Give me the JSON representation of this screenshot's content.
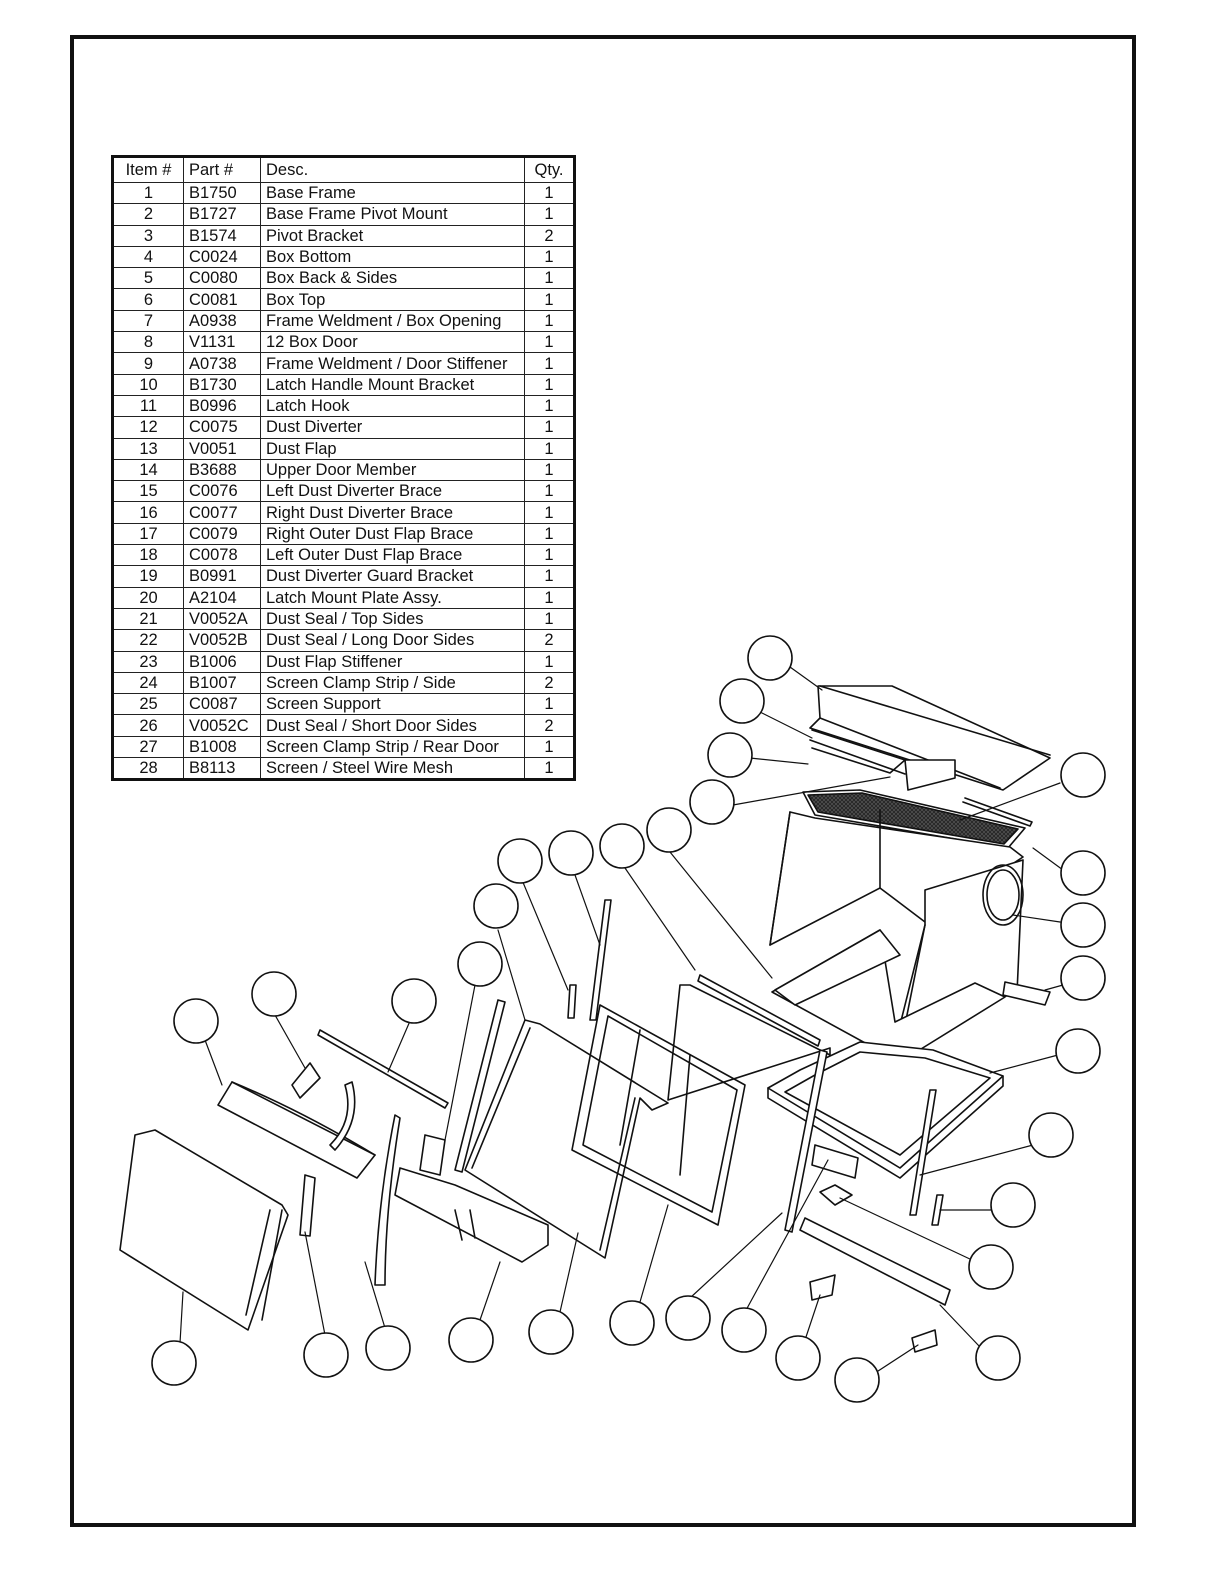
{
  "table": {
    "headers": {
      "item": "Item #",
      "part": "Part #",
      "desc": "Desc.",
      "qty": "Qty."
    },
    "rows": [
      {
        "item": "1",
        "part": "B1750",
        "desc": "Base Frame",
        "qty": "1"
      },
      {
        "item": "2",
        "part": "B1727",
        "desc": "Base Frame Pivot Mount",
        "qty": "1"
      },
      {
        "item": "3",
        "part": "B1574",
        "desc": "Pivot Bracket",
        "qty": "2"
      },
      {
        "item": "4",
        "part": "C0024",
        "desc": "Box Bottom",
        "qty": "1"
      },
      {
        "item": "5",
        "part": "C0080",
        "desc": "Box Back & Sides",
        "qty": "1"
      },
      {
        "item": "6",
        "part": "C0081",
        "desc": "Box Top",
        "qty": "1"
      },
      {
        "item": "7",
        "part": "A0938",
        "desc": "Frame Weldment / Box Opening",
        "qty": "1"
      },
      {
        "item": "8",
        "part": "V1131",
        "desc": "12 Box Door",
        "qty": "1"
      },
      {
        "item": "9",
        "part": "A0738",
        "desc": "Frame Weldment / Door Stiffener",
        "qty": "1"
      },
      {
        "item": "10",
        "part": "B1730",
        "desc": "Latch Handle Mount Bracket",
        "qty": "1"
      },
      {
        "item": "11",
        "part": "B0996",
        "desc": "Latch Hook",
        "qty": "1"
      },
      {
        "item": "12",
        "part": "C0075",
        "desc": "Dust Diverter",
        "qty": "1"
      },
      {
        "item": "13",
        "part": "V0051",
        "desc": "Dust Flap",
        "qty": "1"
      },
      {
        "item": "14",
        "part": "B3688",
        "desc": "Upper Door Member",
        "qty": "1"
      },
      {
        "item": "15",
        "part": "C0076",
        "desc": "Left Dust Diverter Brace",
        "qty": "1"
      },
      {
        "item": "16",
        "part": "C0077",
        "desc": "Right Dust Diverter Brace",
        "qty": "1"
      },
      {
        "item": "17",
        "part": "C0079",
        "desc": "Right Outer Dust Flap Brace",
        "qty": "1"
      },
      {
        "item": "18",
        "part": "C0078",
        "desc": "Left Outer Dust Flap Brace",
        "qty": "1"
      },
      {
        "item": "19",
        "part": "B0991",
        "desc": "Dust Diverter Guard Bracket",
        "qty": "1"
      },
      {
        "item": "20",
        "part": "A2104",
        "desc": "Latch Mount Plate Assy.",
        "qty": "1"
      },
      {
        "item": "21",
        "part": "V0052A",
        "desc": "Dust Seal / Top Sides",
        "qty": "1"
      },
      {
        "item": "22",
        "part": "V0052B",
        "desc": "Dust Seal / Long Door Sides",
        "qty": "2"
      },
      {
        "item": "23",
        "part": "B1006",
        "desc": "Dust Flap Stiffener",
        "qty": "1"
      },
      {
        "item": "24",
        "part": "B1007",
        "desc": "Screen Clamp Strip / Side",
        "qty": "2"
      },
      {
        "item": "25",
        "part": "C0087",
        "desc": "Screen Support",
        "qty": "1"
      },
      {
        "item": "26",
        "part": "V0052C",
        "desc": "Dust Seal / Short Door Sides",
        "qty": "2"
      },
      {
        "item": "27",
        "part": "B1008",
        "desc": "Screen Clamp Strip / Rear Door",
        "qty": "1"
      },
      {
        "item": "28",
        "part": "B8113",
        "desc": "Screen / Steel Wire Mesh",
        "qty": "1"
      }
    ]
  },
  "colors": {
    "line": "#111111",
    "mesh": "#2a2a2a",
    "background": "#ffffff"
  }
}
